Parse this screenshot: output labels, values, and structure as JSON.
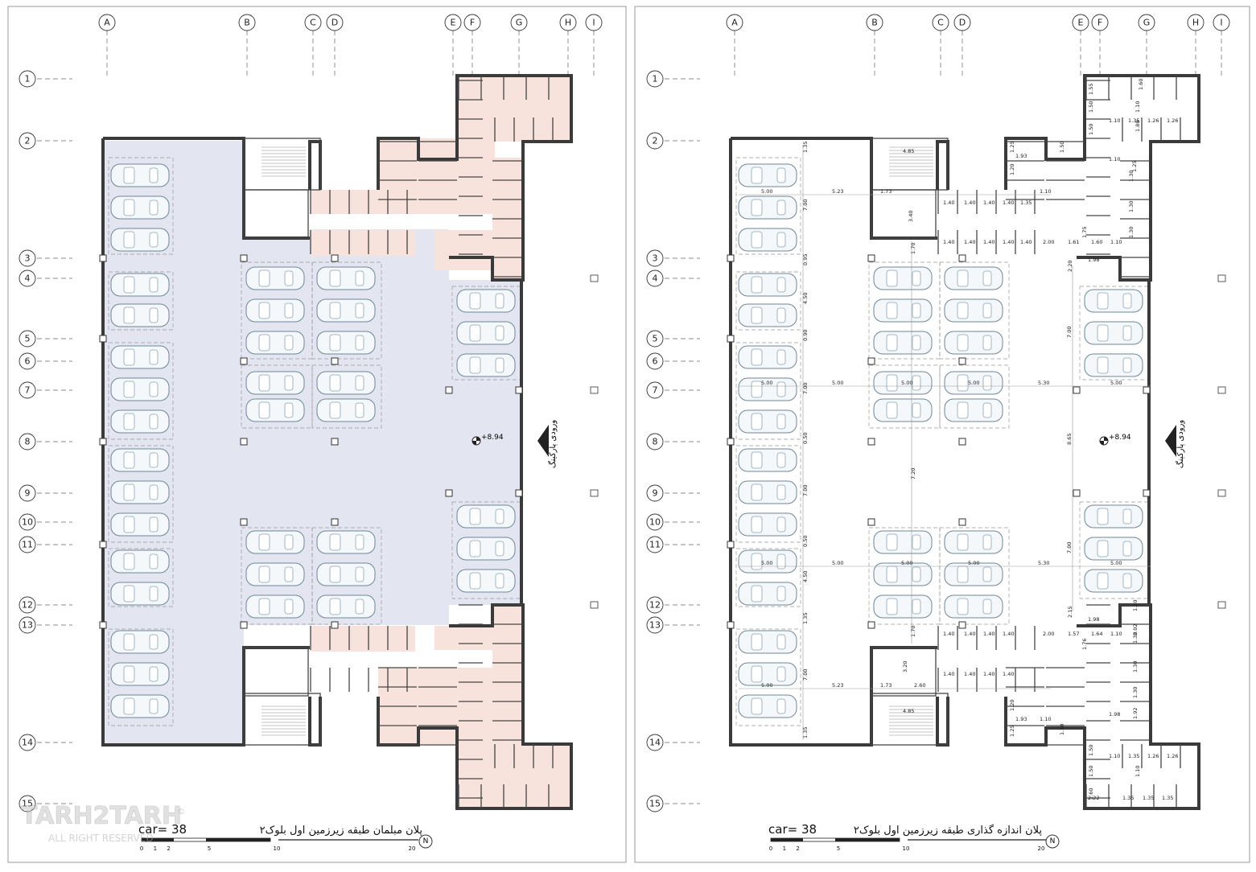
{
  "sheets": [
    {
      "id": "furniture",
      "title": "پلان مبلمان طبقه زیرزمین اول بلوک۲",
      "car_count": "car= 38",
      "car_count_visible": "car= 38"
    },
    {
      "id": "dimension",
      "title": "پلان اندازه گذاری طبقه زیرزمین اول بلوک۲",
      "car_count": "car= 38"
    }
  ],
  "grid_columns": [
    "A",
    "B",
    "C",
    "D",
    "E",
    "F",
    "G",
    "H",
    "I"
  ],
  "grid_rows": [
    "1",
    "2",
    "3",
    "4",
    "5",
    "6",
    "7",
    "8",
    "9",
    "10",
    "11",
    "12",
    "13",
    "14",
    "15"
  ],
  "level_marker": "+8.94",
  "entrance_label": "ورودی پارکینگ",
  "scale_ticks": [
    "0",
    "1",
    "2",
    "5",
    "10",
    "20"
  ],
  "north_label": "N",
  "watermark": {
    "brand": "TARH2TARH",
    "sub": "ALL RIGHT RESERVED",
    "mark": "©"
  },
  "dimension_labels": {
    "bay_width": "5.00",
    "aisle_width": "5.23",
    "aisle_width_right": "5.30",
    "bay_depth": "7.00",
    "gap_a": "0.95",
    "gap_b": "4.50",
    "gap_c": "0.90",
    "gap_d": "0.50",
    "gap_e": "1.35",
    "gap_f": "7.20",
    "gap_g": "8.65",
    "gap_h": "1.70",
    "stair": "4.85",
    "lobby": "1.73",
    "shaft": "3.40",
    "shaft_b": "3.20",
    "door": "2.60",
    "unit": "1.40",
    "unit_b": "1.35",
    "unit_c": "1.30",
    "unit_d": "1.10",
    "unit_e": "1.26",
    "unit_f": "1.60",
    "unit_g": "1.50",
    "unit_h": "1.20",
    "unit_i": "1.98",
    "unit_j": "2.00",
    "unit_k": "1.61",
    "unit_l": "2.20",
    "unit_m": "2.15",
    "unit_n": "1.57",
    "unit_o": "1.64",
    "unit_p": "2.22",
    "unit_q": "1.55",
    "unit_r": "1.93",
    "unit_s": "1.75",
    "unit_t": "1.80",
    "unit_u": "1.92",
    "unit_v": "2.02",
    "unit_w": "1.76",
    "unit_x": "1.25"
  },
  "colors": {
    "parking_fill": "#e3e5f1",
    "storage_fill": "#f7e3dc",
    "wall": "#3a3a3a",
    "car_outline": "#6e8797"
  }
}
